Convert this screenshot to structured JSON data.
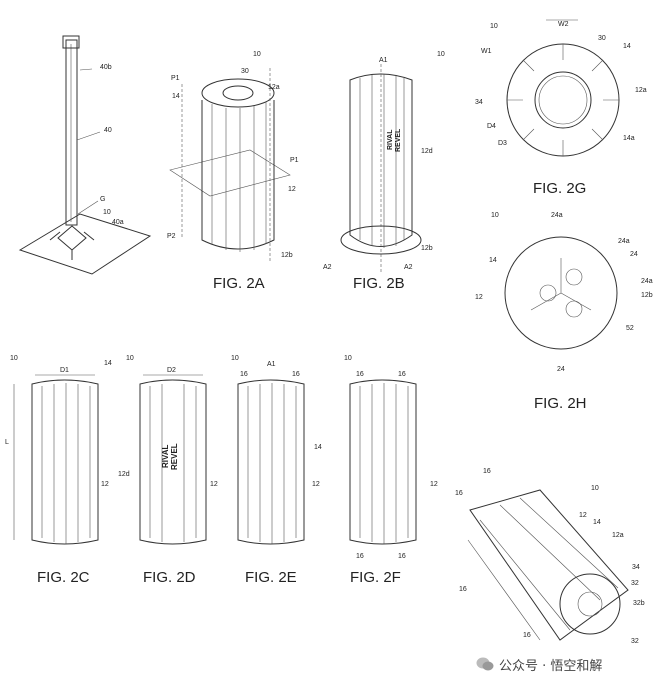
{
  "figures": {
    "f2a": {
      "title": "FIG. 2A"
    },
    "f2b": {
      "title": "FIG. 2B"
    },
    "f2c": {
      "title": "FIG. 2C"
    },
    "f2d": {
      "title": "FIG. 2D"
    },
    "f2e": {
      "title": "FIG. 2E"
    },
    "f2f": {
      "title": "FIG. 2F"
    },
    "f2g": {
      "title": "FIG. 2G"
    },
    "f2h": {
      "title": "FIG. 2H"
    }
  },
  "refs": {
    "r10": "10",
    "r40": "40",
    "r40a": "40a",
    "r40b": "40b",
    "r G": "G",
    "r30": "30",
    "r14": "14",
    "r12": "12",
    "r12a": "12a",
    "r12b": "12b",
    "r12d": "12d",
    "r14a": "14a",
    "r16": "16",
    "r24": "24",
    "r24a": "24a",
    "r32": "32",
    "r32b": "32b",
    "r34": "34",
    "r52": "52",
    "rP1": "P1",
    "rP2": "P2",
    "rA1": "A1",
    "rA2": "A2",
    "rD1": "D1",
    "rD2": "D2",
    "rD3": "D3",
    "rD4": "D4",
    "rW1": "W1",
    "rW2": "W2",
    "rL": "L"
  },
  "brand_text": {
    "line1": "RIVAL",
    "line2": "REVEL"
  },
  "watermark": {
    "text": "公众号 · 悟空和解",
    "icon": "wechat-icon"
  }
}
